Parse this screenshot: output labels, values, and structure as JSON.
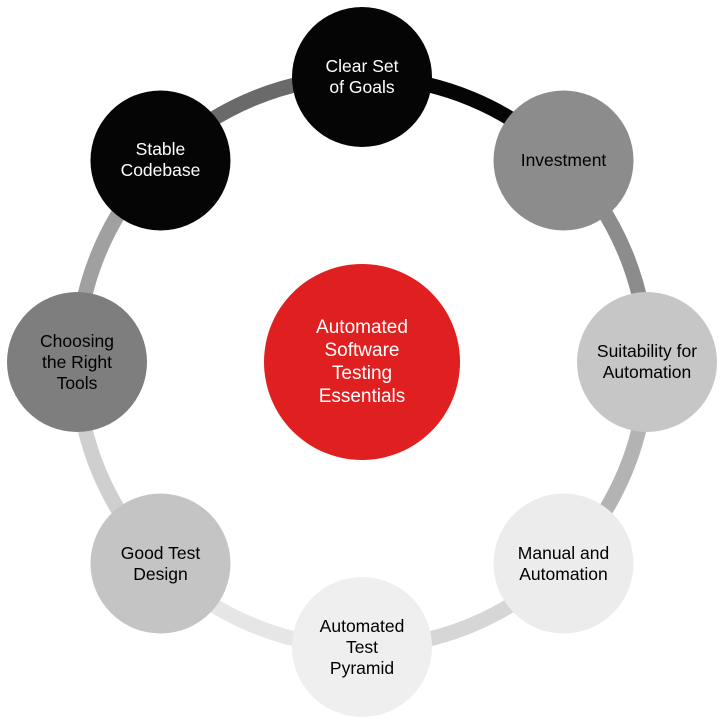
{
  "center": {
    "lines": [
      "Automated",
      "Software",
      "Testing",
      "Essentials"
    ],
    "fill": "#e02020",
    "text_color": "#ffffff"
  },
  "nodes": [
    {
      "lines": [
        "Clear Set",
        "of Goals"
      ],
      "fill": "#050505",
      "text_color": "#ffffff",
      "ring_color": "#050505"
    },
    {
      "lines": [
        "Investment"
      ],
      "fill": "#8c8c8c",
      "text_color": "#000000",
      "ring_color": "#8c8c8c"
    },
    {
      "lines": [
        "Suitability for",
        "Automation"
      ],
      "fill": "#c6c6c6",
      "text_color": "#000000",
      "ring_color": "#b3b3b3"
    },
    {
      "lines": [
        "Manual and",
        "Automation"
      ],
      "fill": "#ececec",
      "text_color": "#000000",
      "ring_color": "#d6d6d6"
    },
    {
      "lines": [
        "Automated",
        "Test",
        "Pyramid"
      ],
      "fill": "#efefef",
      "text_color": "#000000",
      "ring_color": "#e6e6e6"
    },
    {
      "lines": [
        "Good Test",
        "Design"
      ],
      "fill": "#c4c4c4",
      "text_color": "#000000",
      "ring_color": "#cfcfcf"
    },
    {
      "lines": [
        "Choosing",
        "the Right",
        "Tools"
      ],
      "fill": "#7e7e7e",
      "text_color": "#000000",
      "ring_color": "#a0a0a0"
    },
    {
      "lines": [
        "Stable",
        "Codebase"
      ],
      "fill": "#050505",
      "text_color": "#ffffff",
      "ring_color": "#6a6a6a"
    }
  ]
}
